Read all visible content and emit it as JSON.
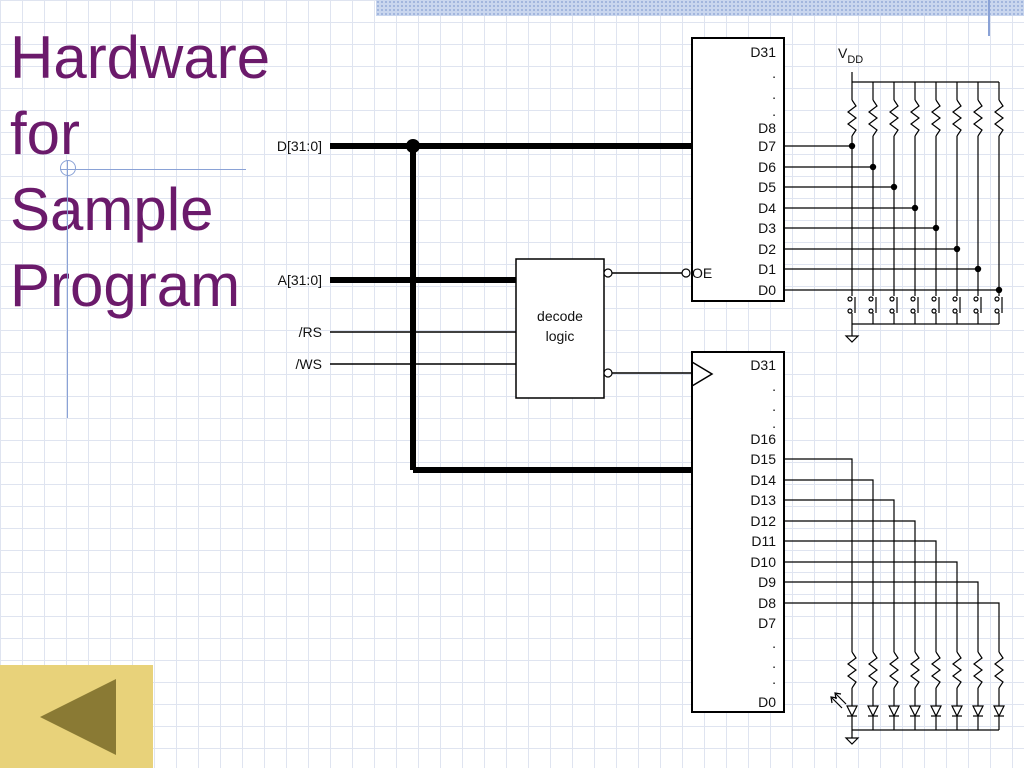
{
  "slide": {
    "title": "Hardware\nfor\nSample\nProgram",
    "accent_color": "#6b1a6b",
    "nav": {
      "back_icon": "triangle-left-icon",
      "button_color": "#e8d27a"
    }
  },
  "diagram": {
    "buses": {
      "data_bus": "D[31:0]",
      "address_bus": "A[31:0]"
    },
    "signals": {
      "read_strobe": "/RS",
      "write_strobe": "/WS"
    },
    "decode_logic": {
      "line1": "decode",
      "line2": "logic"
    },
    "input_port": {
      "pins": [
        "D31",
        ".",
        ".",
        ".",
        "D8",
        "D7",
        "D6",
        "D5",
        "D4",
        "D3",
        "D2",
        "D1",
        "D0"
      ],
      "enable_pin": "OE",
      "supply": {
        "symbol": "V",
        "subscript": "DD"
      }
    },
    "output_port": {
      "pins": [
        "D31",
        ".",
        ".",
        ".",
        "D16",
        "D15",
        "D14",
        "D13",
        "D12",
        "D11",
        "D10",
        "D9",
        "D8",
        "D7",
        ".",
        ".",
        ".",
        "D0"
      ]
    }
  }
}
